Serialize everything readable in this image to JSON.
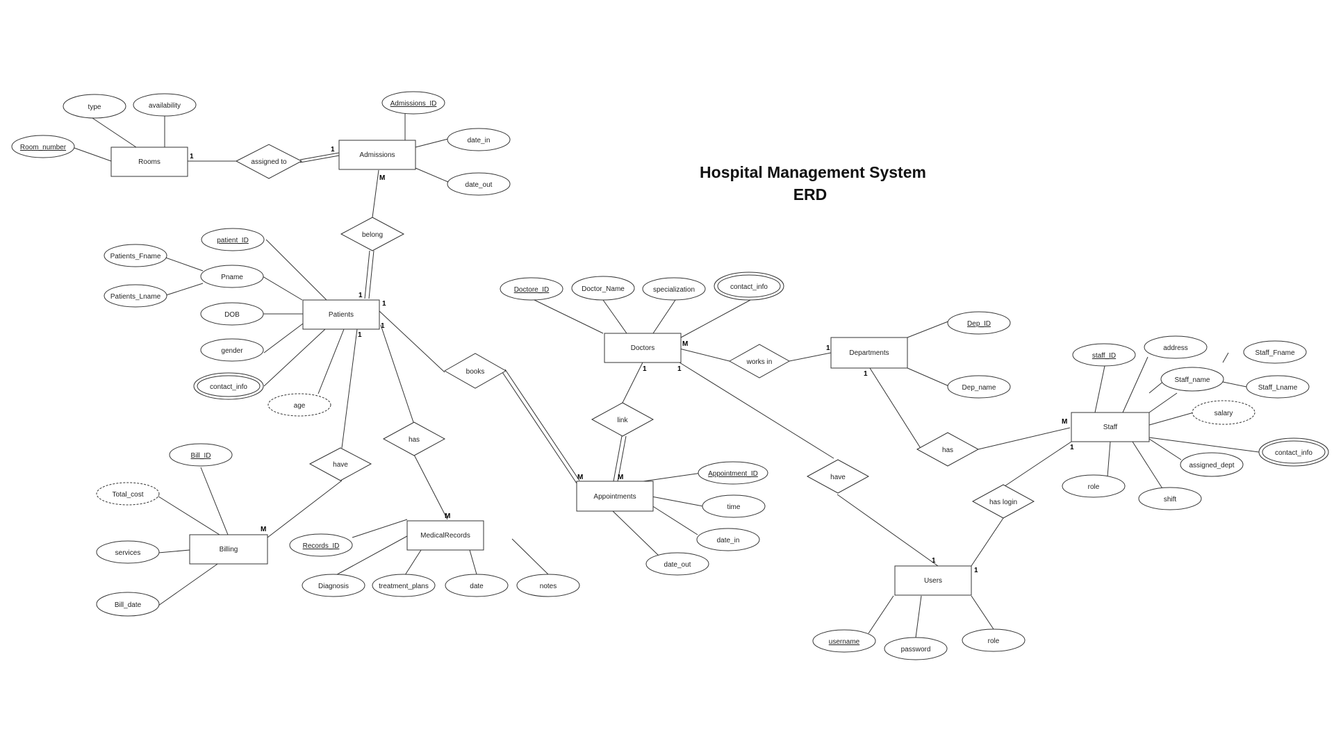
{
  "title": {
    "line1": "Hospital Management System",
    "line2": "ERD"
  },
  "entities": {
    "rooms": "Rooms",
    "admissions": "Admissions",
    "patients": "Patients",
    "doctors": "Doctors",
    "departments": "Departments",
    "staff": "Staff",
    "appointments": "Appointments",
    "billing": "Billing",
    "medicalrecords": "MedicalRecords",
    "users": "Users"
  },
  "relationships": {
    "assigned_to": "assigned to",
    "belong": "belong",
    "books": "books",
    "has_records": "has",
    "have_billing": "have",
    "link": "link",
    "works_in": "works in",
    "has_staff": "has",
    "have_users": "have",
    "has_login": "has login"
  },
  "attributes": {
    "type": "type",
    "availability": "availability",
    "room_number": "Room_number",
    "admissions_id": "Admissions_ID",
    "date_in_adm": "date_in",
    "date_out_adm": "date_out",
    "patient_id": "patient_ID",
    "patients_fname": "Patients_Fname",
    "pname": "Pname",
    "patients_lname": "Patients_Lname",
    "dob": "DOB",
    "gender": "gender",
    "contact_info_pat": "contact_info",
    "age": "age",
    "doctore_id": "Doctore_ID",
    "doctor_name": "Doctor_Name",
    "specialization": "specialization",
    "contact_info_doc": "contact_info",
    "dep_id": "Dep_ID",
    "dep_name": "Dep_name",
    "staff_id": "staff_ID",
    "address": "address",
    "staff_fname": "Staff_Fname",
    "staff_name": "Staff_name",
    "staff_lname": "Staff_Lname",
    "salary": "salary",
    "contact_info_staff": "contact_info",
    "assigned_dept": "assigned_dept",
    "role_staff": "role",
    "shift": "shift",
    "appointment_id": "Appointment_ID",
    "time": "time",
    "date_in_app": "date_in",
    "date_out_app": "date_out",
    "bill_id": "Bill_ID",
    "total_cost": "Total_cost",
    "services": "services",
    "bill_date": "Bill_date",
    "records_id": "Records_ID",
    "diagnosis": "Diagnosis",
    "treatment_plans": "treatment_plans",
    "date_rec": "date",
    "notes": "notes",
    "username": "username",
    "password": "password",
    "role_user": "role"
  },
  "cardinality": {
    "one": "1",
    "many": "M"
  }
}
